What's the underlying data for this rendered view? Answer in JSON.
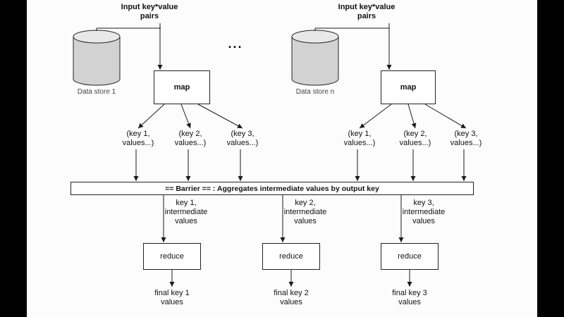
{
  "colors": {
    "letterbox": "#000000",
    "paper": "#fcfcfc",
    "line": "#1a1a1a",
    "box_border": "#222222",
    "cylinder_fill": "#d2d2d2",
    "cylinder_top": "#e8e8e8"
  },
  "inputs": {
    "left": "Input key*value\npairs",
    "right": "Input key*value\npairs"
  },
  "ellipsis": "...",
  "data_stores": {
    "left": "Data store 1",
    "right": "Data store n"
  },
  "map_boxes": {
    "left": "map",
    "right": "map"
  },
  "map_outputs": {
    "left": [
      "(key 1,\nvalues...)",
      "(key 2,\nvalues...)",
      "(key 3,\nvalues...)"
    ],
    "right": [
      "(key 1,\nvalues...)",
      "(key 2,\nvalues...)",
      "(key 3,\nvalues...)"
    ]
  },
  "barrier": "== Barrier ==  : Aggregates intermediate values by output key",
  "intermediate_labels": [
    "key 1,\nintermediate\nvalues",
    "key 2,\nintermediate\nvalues",
    "key 3,\nintermediate\nvalues"
  ],
  "reduce_boxes": [
    "reduce",
    "reduce",
    "reduce"
  ],
  "final_labels": [
    "final key 1\nvalues",
    "final key 2\nvalues",
    "final key 3\nvalues"
  ]
}
